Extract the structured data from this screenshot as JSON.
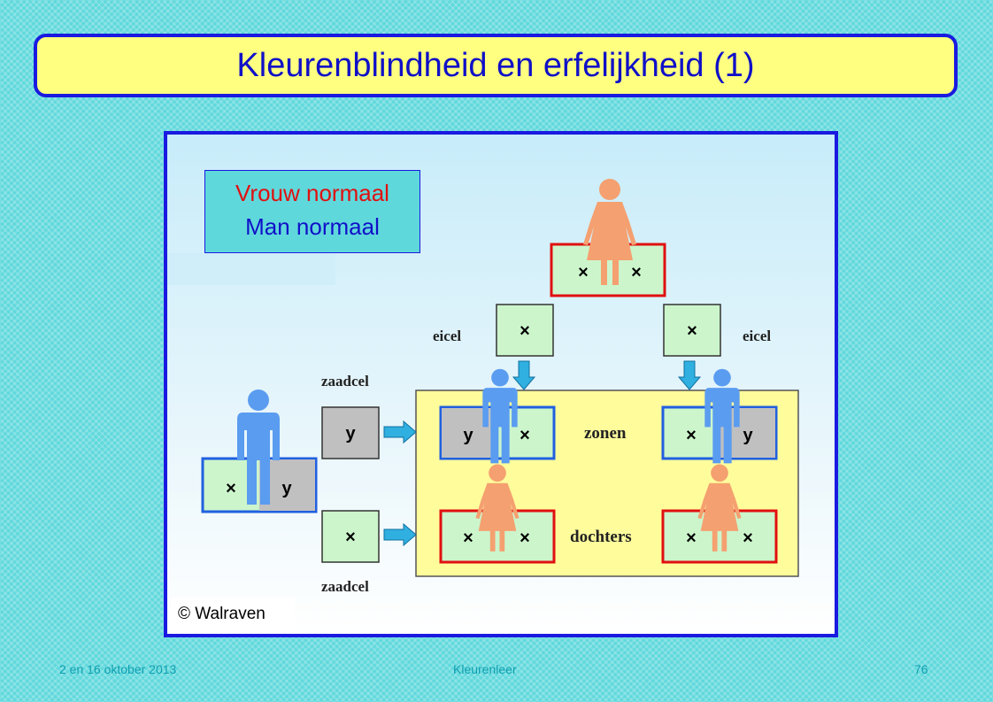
{
  "title": "Kleurenblindheid en erfelijkheid (1)",
  "legend": {
    "line1": "Vrouw normaal",
    "line2": "Man normaal"
  },
  "labels": {
    "eicel_left": "eicel",
    "eicel_right": "eicel",
    "zaadcel_top": "zaadcel",
    "zaadcel_bottom": "zaadcel",
    "zonen": "zonen",
    "dochters": "dochters"
  },
  "genes": {
    "x": "×",
    "y": "y"
  },
  "copyright": "© Walraven",
  "footer": {
    "date": "2 en 16 oktober 2013",
    "center": "Kleurenleer",
    "page": "76"
  },
  "colors": {
    "title_bg": "#ffff80",
    "border_blue": "#1a1ae0",
    "female": "#f5a070",
    "male": "#5a9cf0",
    "cell_green": "#ccf5cc",
    "cell_gray": "#c0c0c0",
    "offspring_bg": "#fffc9c",
    "female_border": "#e01010",
    "male_border": "#2060e0"
  }
}
